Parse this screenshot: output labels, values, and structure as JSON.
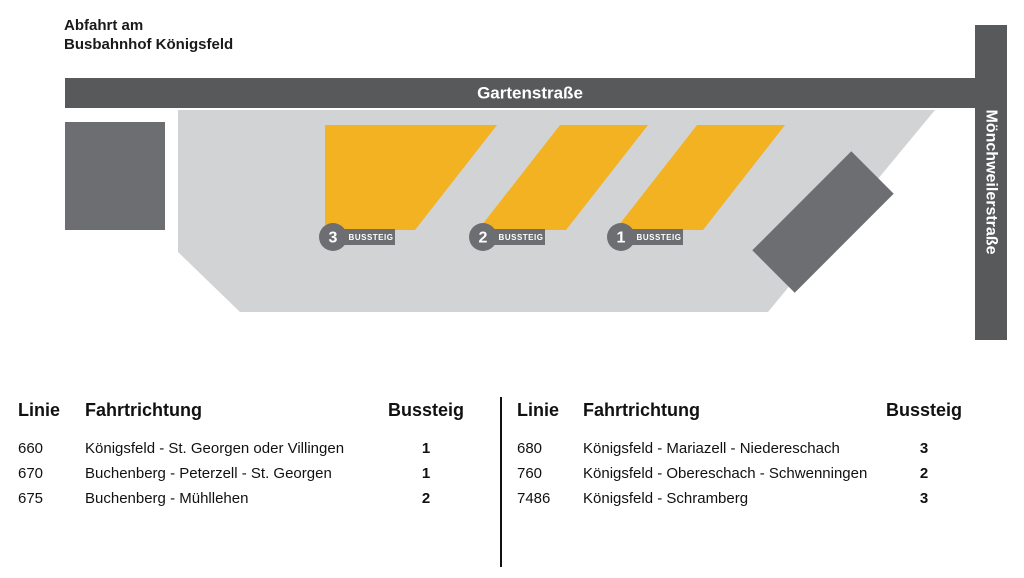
{
  "title": {
    "line1": "Abfahrt am",
    "line2": "Busbahnhof Königsfeld"
  },
  "map": {
    "street_horizontal": "Gartenstraße",
    "street_vertical": "Mönchweilerstraße",
    "platforms": [
      {
        "number": "3",
        "label": "BUSSTEIG"
      },
      {
        "number": "2",
        "label": "BUSSTEIG"
      },
      {
        "number": "1",
        "label": "BUSSTEIG"
      }
    ],
    "colors": {
      "street": "#58595b",
      "building": "#6d6e71",
      "apron": "#d2d3d5",
      "bay": "#f3b221",
      "badge": "#6d6e71"
    }
  },
  "tables": [
    {
      "headers": {
        "line": "Linie",
        "direction": "Fahrtrichtung",
        "platform": "Bussteig"
      },
      "rows": [
        {
          "line": "660",
          "direction": "Königsfeld - St. Georgen oder Villingen",
          "platform": "1"
        },
        {
          "line": "670",
          "direction": "Buchenberg - Peterzell - St. Georgen",
          "platform": "1"
        },
        {
          "line": "675",
          "direction": "Buchenberg - Mühllehen",
          "platform": "2"
        }
      ]
    },
    {
      "headers": {
        "line": "Linie",
        "direction": "Fahrtrichtung",
        "platform": "Bussteig"
      },
      "rows": [
        {
          "line": "680",
          "direction": "Königsfeld - Mariazell - Niedereschach",
          "platform": "3"
        },
        {
          "line": "760",
          "direction": "Königsfeld - Obereschach - Schwenningen",
          "platform": "2"
        },
        {
          "line": "7486",
          "direction": "Königsfeld - Schramberg",
          "platform": "3"
        }
      ]
    }
  ]
}
